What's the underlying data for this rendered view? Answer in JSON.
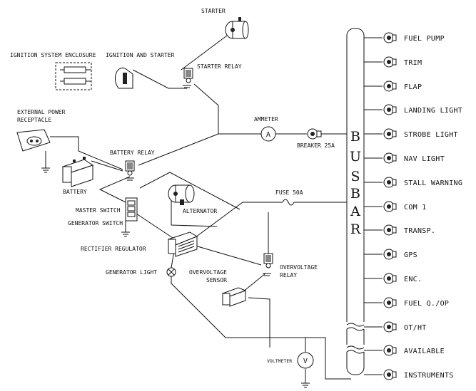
{
  "components": {
    "starter": "STARTER",
    "ignition_enclosure": "IGNITION SYSTEM ENCLOSURE",
    "ignition_starter": "IGNITION AND STARTER",
    "starter_relay": "STARTER RELAY",
    "external_power_1": "EXTERNAL POWER",
    "external_power_2": "RECEPTACLE",
    "battery_relay": "BATTERY RELAY",
    "battery": "BATTERY",
    "ammeter": "AMMETER",
    "ammeter_symbol": "A",
    "breaker": "BREAKER 25A",
    "fuse": "FUSE 50A",
    "alternator": "ALTERNATOR",
    "master_switch": "MASTER SWITCH",
    "generator_switch": "GENERATOR SWITCH",
    "rectifier_regulator": "RECTIFIER REGULATOR",
    "generator_light": "GENERATOR LIGHT",
    "overvoltage_sensor_1": "OVERVOLTAGE",
    "overvoltage_sensor_2": "SENSOR",
    "overvoltage_relay_1": "OVERVOLTAGE",
    "overvoltage_relay_2": "RELAY",
    "voltmeter": "VOLTMETER",
    "voltmeter_symbol": "V"
  },
  "bus_bar": {
    "letters": [
      "B",
      "U",
      "S",
      "B",
      "A",
      "R"
    ]
  },
  "bus_outputs": [
    "FUEL PUMP",
    "TRIM",
    "FLAP",
    "LANDING LIGHT",
    "STROBE LIGHT",
    "NAV LIGHT",
    "STALL WARNING",
    "COM 1",
    "TRANSP.",
    "GPS",
    "ENC.",
    "FUEL Q./OP",
    "OT/HT",
    "AVAILABLE",
    "INSTRUMENTS"
  ]
}
